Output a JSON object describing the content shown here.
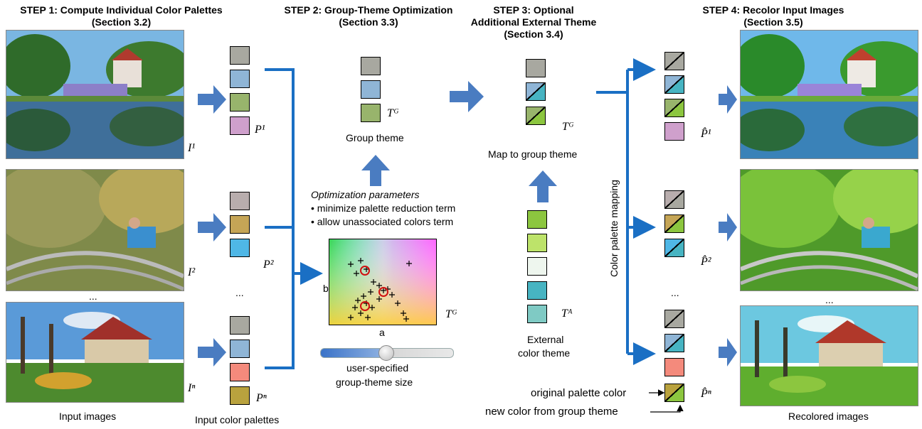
{
  "steps": {
    "s1": {
      "title": "STEP 1: Compute Individual Color Palettes",
      "section": "(Section 3.2)"
    },
    "s2": {
      "title": "STEP 2: Group-Theme  Optimization",
      "section": "(Section 3.3)"
    },
    "s3": {
      "title1": "STEP 3: Optional",
      "title2": "Additional  External Theme",
      "section": "(Section 3.4)"
    },
    "s4": {
      "title": "STEP 4: Recolor Input Images",
      "section": "(Section 3.5)"
    }
  },
  "labels": {
    "input_images": "Input images",
    "input_palettes": "Input color palettes",
    "group_theme": "Group theme",
    "map_group": "Map to group theme",
    "opt_title": "Optimization parameters",
    "bullet1": "• minimize palette reduction term",
    "bullet2": "• allow unassociated colors term",
    "axis_a": "a",
    "axis_b": "b",
    "user1": "user-specified",
    "user2": "group-theme size",
    "ext1": "External",
    "ext2": "color theme",
    "mapping": "Color palette mapping",
    "orig": "original palette color",
    "newc": "new color from group theme",
    "recolored": "Recolored images",
    "ell1": "...",
    "ell2": "...",
    "ell3": "...",
    "ell4": "..."
  },
  "math": {
    "I1": "I¹",
    "I2": "I²",
    "In": "Iⁿ",
    "P1": "P¹",
    "P2": "P²",
    "Pn": "Pⁿ",
    "TG1": "Tᴳ",
    "TG2": "Tᴳ",
    "TG3": "Tᴳ",
    "TA": "Tᴬ",
    "Ph1": "P̂¹",
    "Ph2": "P̂²",
    "Phn": "P̂ⁿ"
  },
  "colors": {
    "arrow": "#4a7cc1",
    "wire": "#1a6fc4",
    "gray": "#a8a8a0",
    "sky": "#8fb5d6",
    "olive": "#98b46c",
    "pink": "#cfa0cc",
    "stone": "#b8adad",
    "mustard": "#c5a556",
    "cyan": "#4fb7e6",
    "salmon": "#f48a7c",
    "gold": "#b9a23e",
    "bright": "#8ccb3c",
    "ext1": "#8cc63f",
    "ext2": "#bde36a",
    "ext3": "#eef6ee",
    "ext4": "#47b4c2",
    "ext5": "#7fcac4",
    "new_cyan": "#47b4c2",
    "new_green": "#8cc63f"
  }
}
